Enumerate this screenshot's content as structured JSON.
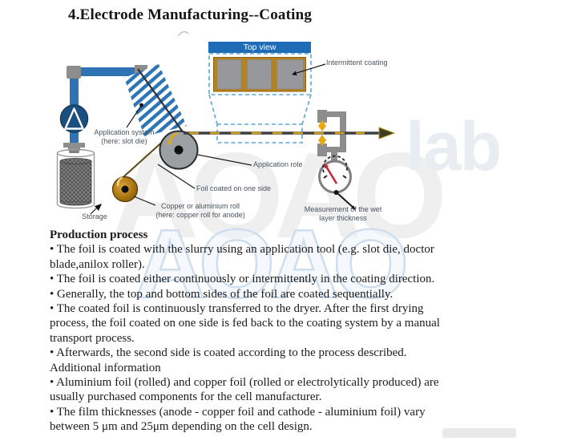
{
  "title": "4.Electrode Manufacturing--Coating",
  "watermark": {
    "big_text": "AOAO",
    "side_text": "lab"
  },
  "diagram": {
    "top_view_label": "Top view",
    "intermittent_coating_label": "Intermittent coating",
    "application_system_label": "Application system\n(here: slot die)",
    "storage_label": "Storage",
    "application_role_label": "Application role",
    "foil_coated_label": "Foil coated on one side",
    "copper_roll_label": "Copper or aluminium roll\n(here: copper roll for anode)",
    "measurement_label": "Measurement of the wet\nlayer thickness"
  },
  "colors": {
    "pipe_blue": "#2e74b5",
    "pump_navy": "#1d4e80",
    "hatch_blue": "#2e75b6",
    "header_blue": "#1e6cb5",
    "dashed_teal": "#5aa7d6",
    "foil_orange": "#b5831d",
    "patch_gray": "#96989b",
    "copper": "#a87410",
    "foil_gold": "#cfa01d",
    "gauge_red": "#c22a38"
  },
  "text": {
    "production_heading": "Production process",
    "bullets_a": [
      "• The foil is coated with the slurry using an application tool (e.g. slot die, doctor\nblade,anilox roller).",
      "• The foil is coated either continuously or intermittently in the coating direction.",
      "• Generally, the top and bottom sides of the foil are coated sequentially.",
      "• The coated foil is continuously transferred to the dryer. After the first drying\nprocess, the foil coated on one side is fed back to the coating system by a manual\ntransport process.",
      "• Afterwards, the second side is coated according to the process described."
    ],
    "additional_heading": "Additional information",
    "bullets_b": [
      "• Aluminium foil (rolled) and copper foil (rolled or electrolytically produced) are\nusually purchased components for the cell manufacturer.",
      "• The film thicknesses (anode - copper foil and cathode - aluminium foil) vary\nbetween 5 μm and 25μm depending on the cell design."
    ]
  }
}
